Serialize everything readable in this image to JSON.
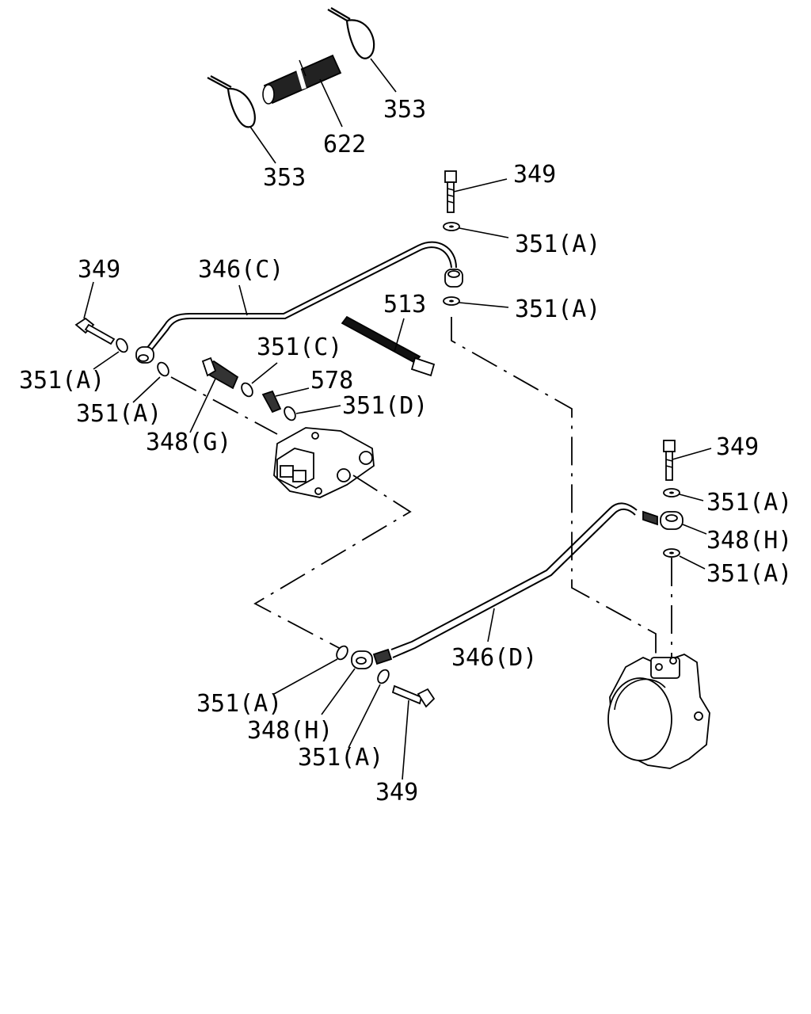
{
  "labels": {
    "p353_top": "353",
    "p622": "622",
    "p353_left": "353",
    "p349_top": "349",
    "p351a_1": "351(A)",
    "p351a_2": "351(A)",
    "p349_left": "349",
    "p346c": "346(C)",
    "p513": "513",
    "p351a_left": "351(A)",
    "p351c": "351(C)",
    "p578": "578",
    "p351a_mid": "351(A)",
    "p351d": "351(D)",
    "p348g": "348(G)",
    "p349_right": "349",
    "p351a_right1": "351(A)",
    "p348h_right": "348(H)",
    "p351a_right2": "351(A)",
    "p346d": "346(D)",
    "p351a_bot1": "351(A)",
    "p348h_bot": "348(H)",
    "p351a_bot2": "351(A)",
    "p349_bot": "349"
  }
}
